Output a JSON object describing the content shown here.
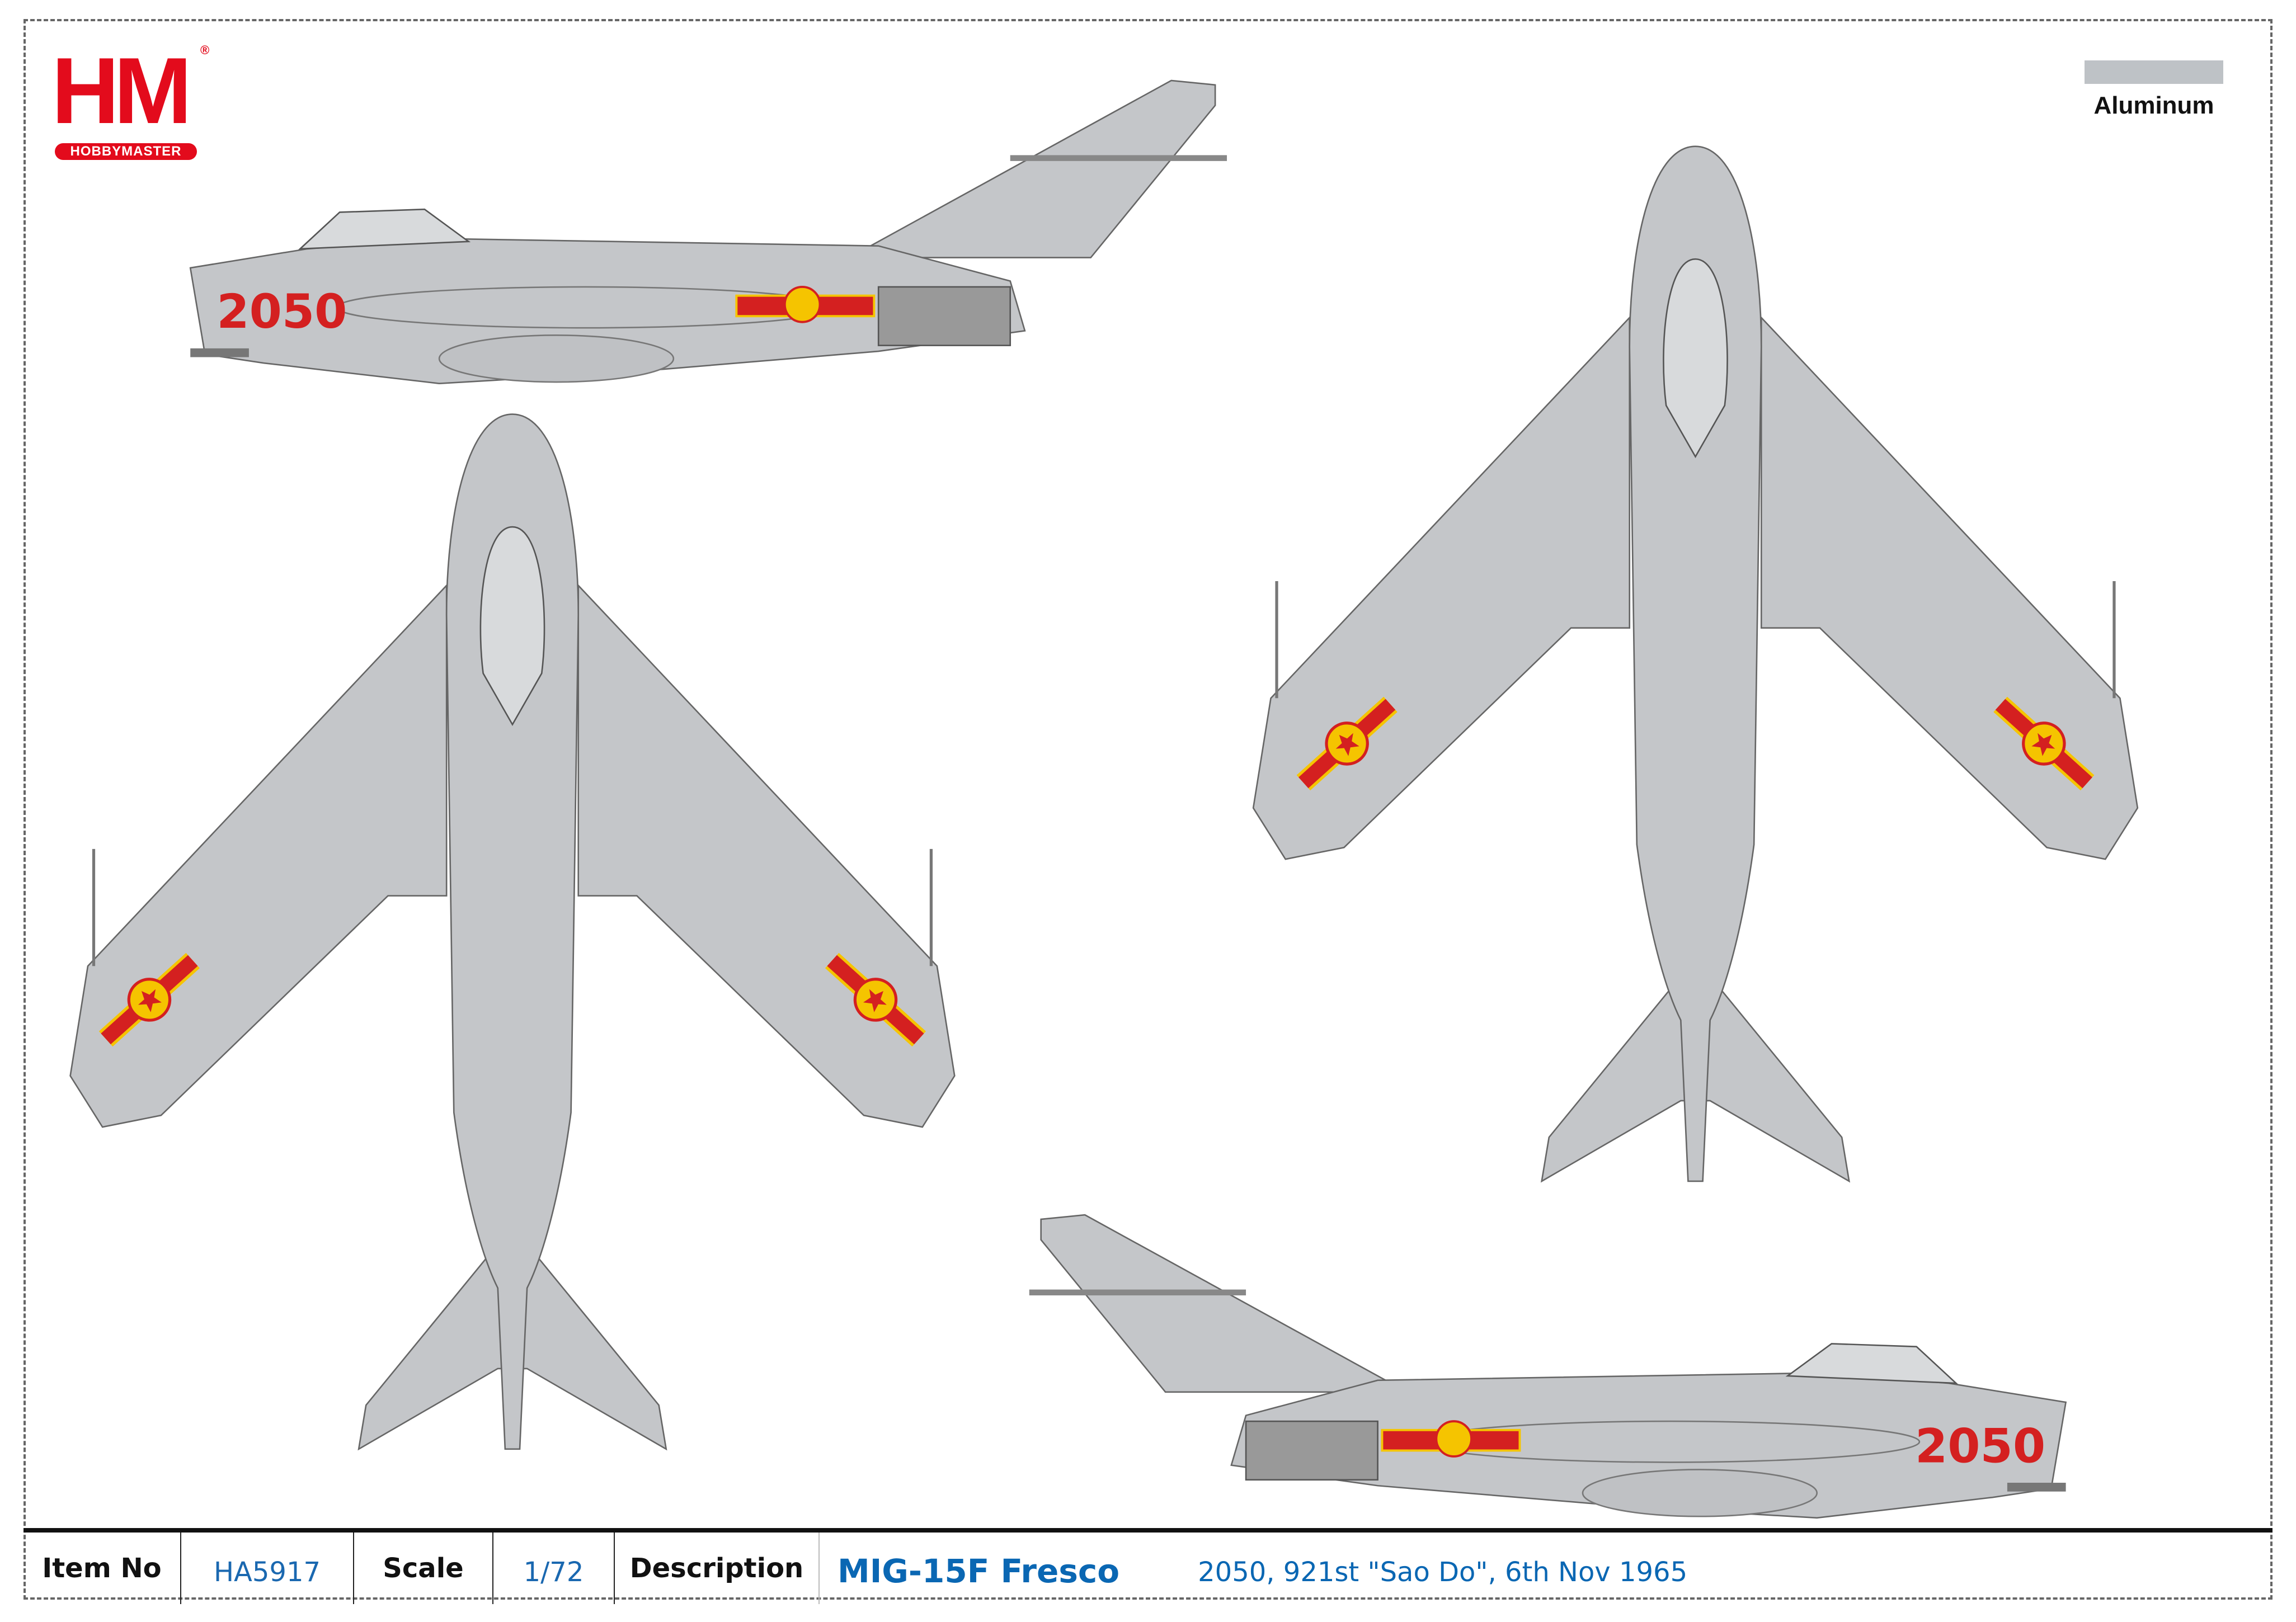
{
  "logo": {
    "letters": "HM",
    "name": "HOBBYMASTER",
    "registered": "®"
  },
  "legend": {
    "items": [
      {
        "label": "Aluminum",
        "color": "#bec2c6"
      }
    ]
  },
  "aircraft": {
    "tail_number": "2050",
    "body_color": "#c4c6c9",
    "roundel_red": "#d42020",
    "roundel_yellow": "#f5c400"
  },
  "info": {
    "item_no_label": "Item No",
    "item_no": "HA5917",
    "scale_label": "Scale",
    "scale": "1/72",
    "description_label": "Description",
    "model": "MIG-15F Fresco",
    "details": "2050, 921st \"Sao Do\", 6th Nov 1965"
  }
}
